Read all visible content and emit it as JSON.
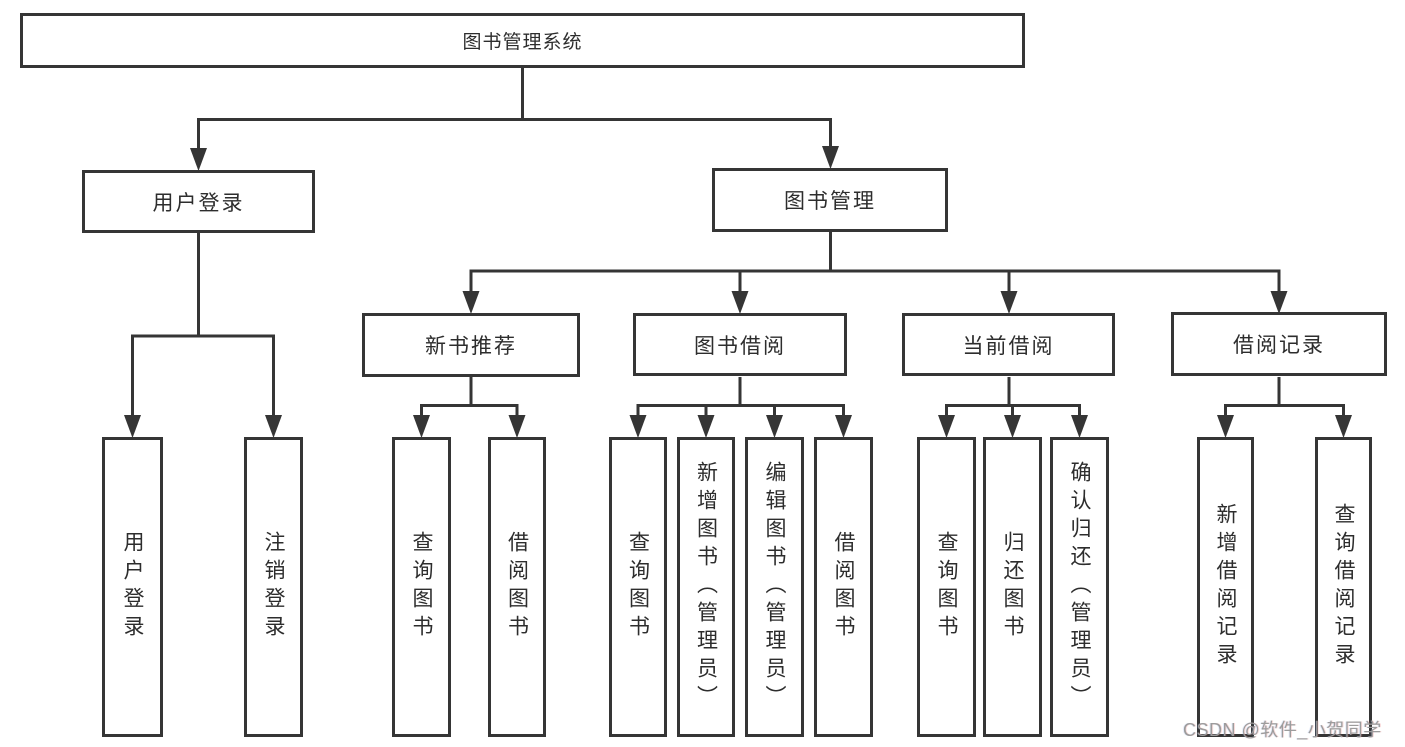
{
  "tree": {
    "root": {
      "label": "图书管理系统"
    },
    "children": [
      {
        "label": "用户登录",
        "children": [
          {
            "label": "用户登录"
          },
          {
            "label": "注销登录"
          }
        ]
      },
      {
        "label": "图书管理",
        "children": [
          {
            "label": "新书推荐",
            "children": [
              {
                "label": "查询图书"
              },
              {
                "label": "借阅图书"
              }
            ]
          },
          {
            "label": "图书借阅",
            "children": [
              {
                "label": "查询图书"
              },
              {
                "label": "新增图书（管理员）"
              },
              {
                "label": "编辑图书（管理员）"
              },
              {
                "label": "借阅图书"
              }
            ]
          },
          {
            "label": "当前借阅",
            "children": [
              {
                "label": "查询图书"
              },
              {
                "label": "归还图书"
              },
              {
                "label": "确认归还（管理员）"
              }
            ]
          },
          {
            "label": "借阅记录",
            "children": [
              {
                "label": "新增借阅记录"
              },
              {
                "label": "查询借阅记录"
              }
            ]
          }
        ]
      }
    ]
  },
  "watermark": {
    "text": "CSDN @软件_小贺同学"
  },
  "colors": {
    "line": "#353535",
    "text": "#2d2d2d",
    "watermark": "#9c9c9c",
    "background": "#ffffff"
  }
}
